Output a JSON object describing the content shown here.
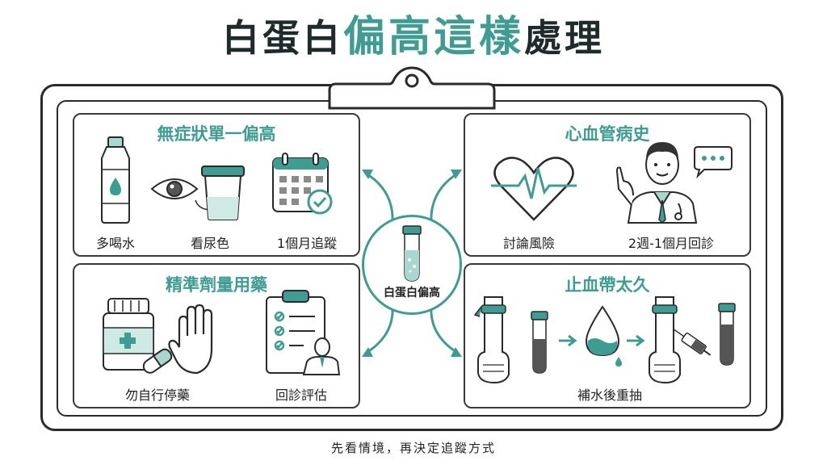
{
  "title": {
    "part1": "白蛋白",
    "accent": "偏高這樣",
    "part2": "處理"
  },
  "center": {
    "label": "白蛋白偏高"
  },
  "panels": {
    "asymptomatic": {
      "title": "無症狀單一偏高",
      "items": [
        "多喝水",
        "看尿色",
        "1個月追蹤"
      ]
    },
    "cardio": {
      "title": "心血管病史",
      "items": [
        "討論風險",
        "2週-1個月回診"
      ]
    },
    "medication": {
      "title": "精準劑量用藥",
      "items": [
        "勿自行停藥",
        "回診評估"
      ]
    },
    "tourniquet": {
      "title": "止血帶太久",
      "items": [
        "補水後重抽"
      ]
    }
  },
  "footer": "先看情境，再決定追蹤方式",
  "colors": {
    "accent": "#3f9c92",
    "accent_light": "#a9d6cf",
    "ink": "#2a2a2a",
    "blood": "#555555"
  }
}
